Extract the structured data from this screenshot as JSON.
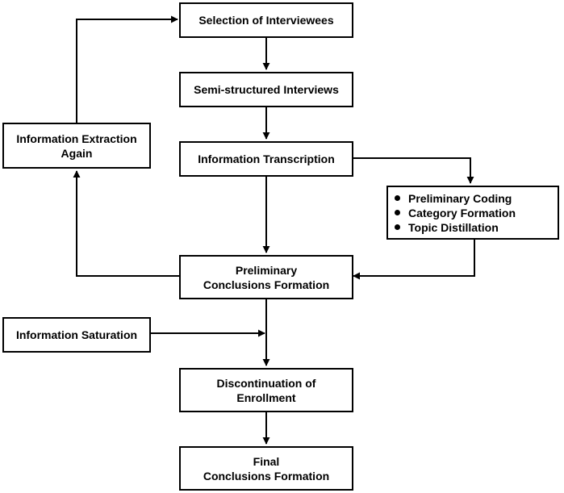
{
  "nodes": {
    "selection": "Selection of Interviewees",
    "semi_structured": "Semi-structured Interviews",
    "transcription": "Information Transcription",
    "extraction": [
      "Information Extraction",
      "Again"
    ],
    "coding_list": [
      "Preliminary Coding",
      "Category Formation",
      "Topic Distillation"
    ],
    "preliminary": [
      "Preliminary",
      "Conclusions Formation"
    ],
    "saturation": "Information Saturation",
    "discontinuation": [
      "Discontinuation of",
      "Enrollment"
    ],
    "final": [
      "Final",
      "Conclusions Formation"
    ]
  }
}
